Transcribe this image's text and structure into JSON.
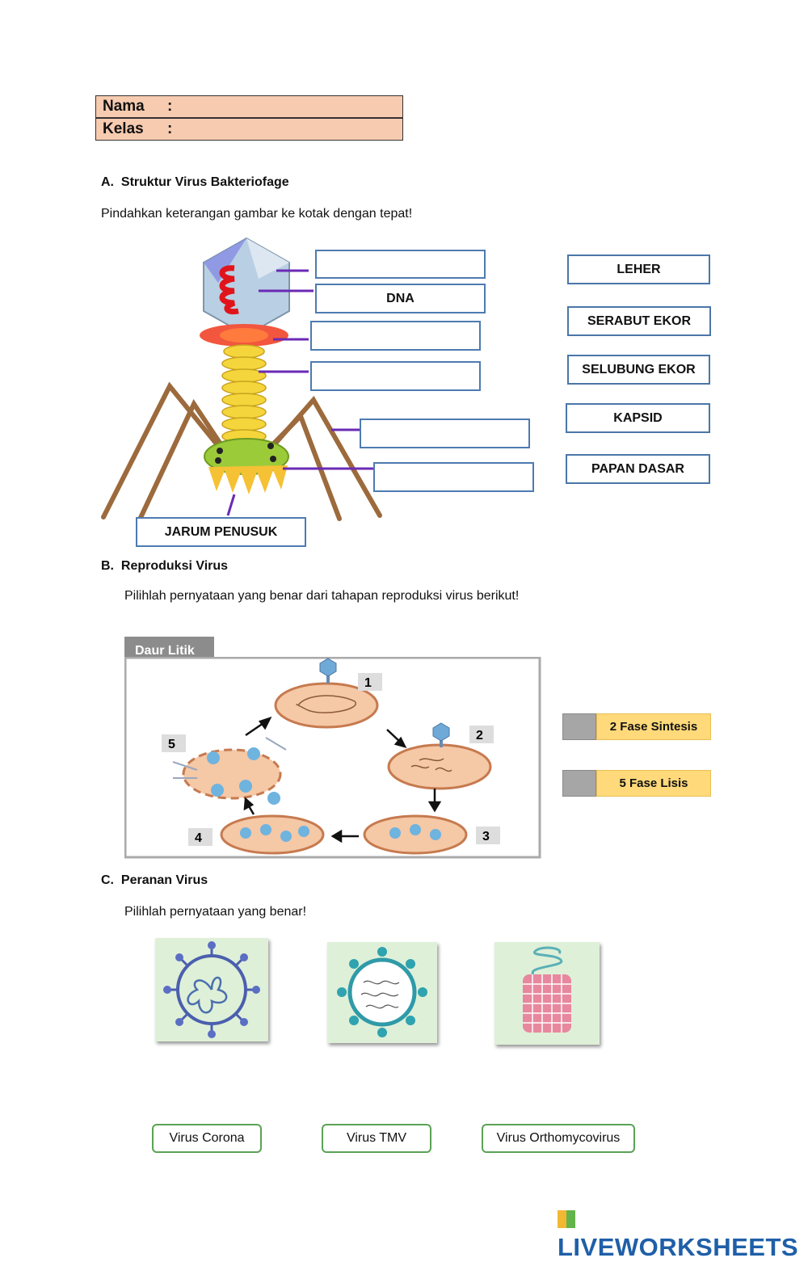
{
  "header": {
    "name_label": "Nama",
    "name_colon": ":",
    "class_label": "Kelas",
    "class_colon": ":"
  },
  "section_a": {
    "title": "A.  Struktur Virus Bakteriofage",
    "instruction": "Pindahkan keterangan gambar ke kotak dengan tepat!",
    "filled_dna": "DNA",
    "filled_jarum": "JARUM PENUSUK",
    "answers": [
      "LEHER",
      "SERABUT EKOR",
      "SELUBUNG EKOR",
      "KAPSID",
      "PAPAN DASAR"
    ]
  },
  "section_b": {
    "title": "B.  Reproduksi Virus",
    "instruction": "Pilihlah pernyataan yang benar dari tahapan reproduksi virus berikut!",
    "diagram_tab": "Daur Litik",
    "steps": [
      "1",
      "2",
      "3",
      "4",
      "5"
    ],
    "phases": [
      "2  Fase Sintesis",
      "5  Fase Lisis"
    ]
  },
  "section_c": {
    "title": "C.  Peranan Virus",
    "instruction": "Pilihlah pernyataan yang benar!",
    "options": [
      "Virus Corona",
      "Virus TMV",
      "Virus Orthomycovirus"
    ]
  },
  "footer": {
    "logo": "LIVEWORKSHEETS"
  },
  "colors": {
    "header_fill": "#f7cbb0",
    "phase_fill": "#ffd97a",
    "option_border": "#5aa255",
    "box_border": "#4d7bb0"
  }
}
